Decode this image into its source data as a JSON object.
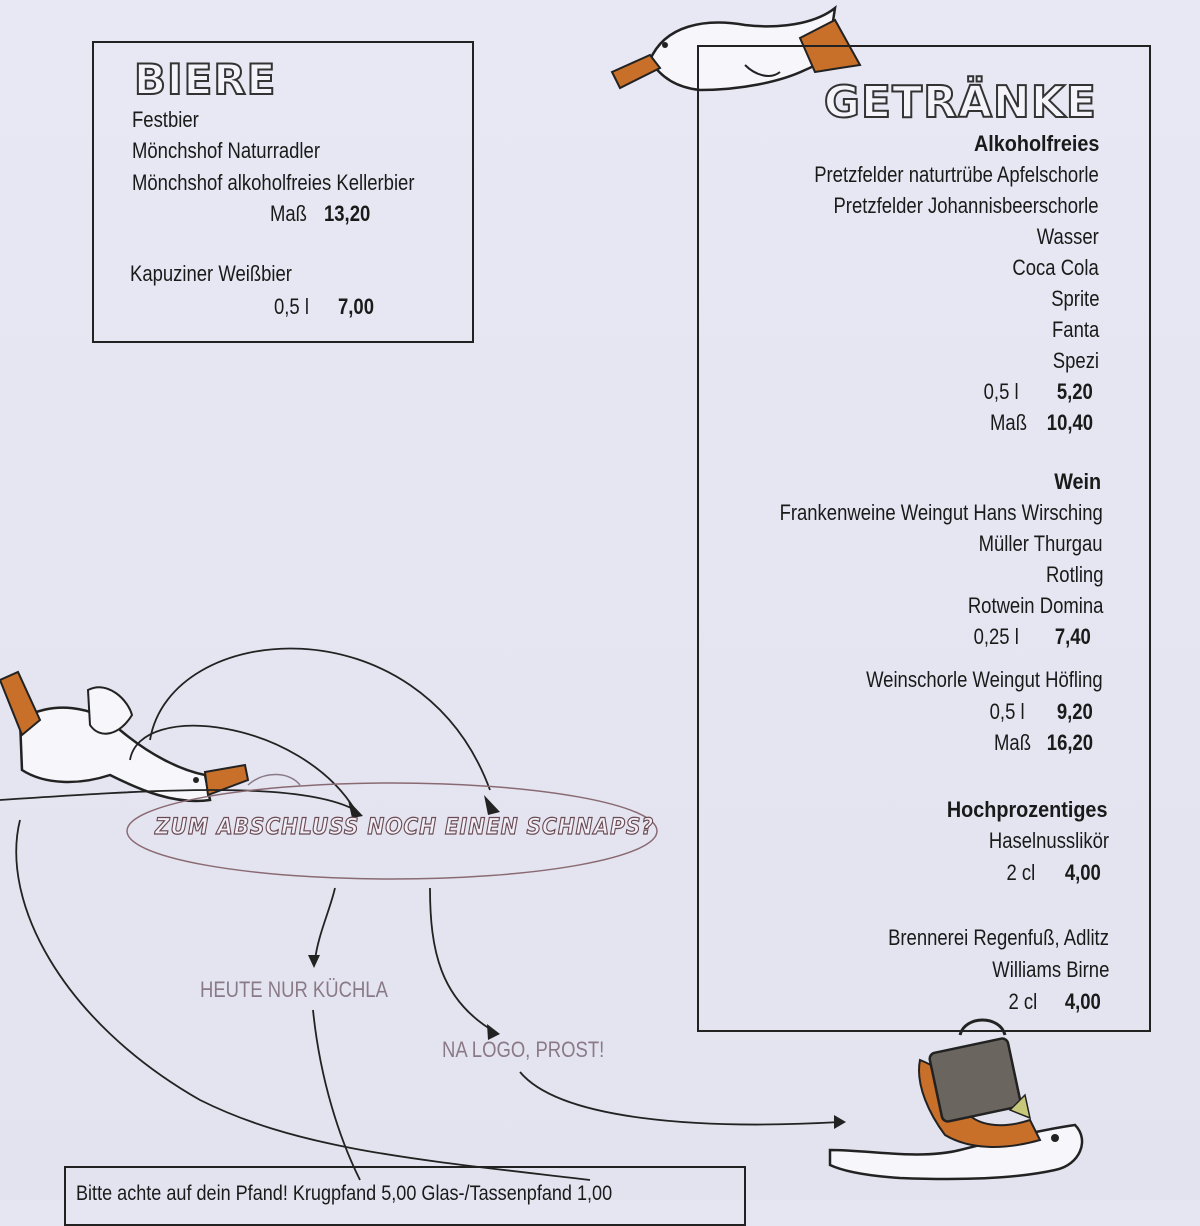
{
  "biere": {
    "title": "BIERE",
    "items": [
      "Festbier",
      "Mönchshof Naturradler",
      "Mönchshof alkoholfreies Kellerbier"
    ],
    "price1_unit": "Maß",
    "price1_value": "13,20",
    "item2": "Kapuziner Weißbier",
    "price2_unit": "0,5 l",
    "price2_value": "7,00"
  },
  "getraenke": {
    "title": "GETRÄNKE",
    "alkoholfrei": {
      "heading": "Alkoholfreies",
      "items": [
        "Pretzfelder naturtrübe Apfelschorle",
        "Pretzfelder Johannisbeerschorle",
        "Wasser",
        "Coca Cola",
        "Sprite",
        "Fanta",
        "Spezi"
      ],
      "p1_unit": "0,5 l",
      "p1_value": "5,20",
      "p2_unit": "Maß",
      "p2_value": "10,40"
    },
    "wein": {
      "heading": "Wein",
      "items": [
        "Frankenweine Weingut Hans Wirsching",
        "Müller Thurgau",
        "Rotling",
        "Rotwein Domina"
      ],
      "p1_unit": "0,25 l",
      "p1_value": "7,40",
      "schorle": "Weinschorle Weingut Höfling",
      "p2_unit": "0,5 l",
      "p2_value": "9,20",
      "p3_unit": "Maß",
      "p3_value": "16,20"
    },
    "hochprozentig": {
      "heading": "Hochprozentiges",
      "item1": "Haselnusslikör",
      "p1_unit": "2 cl",
      "p1_value": "4,00",
      "item2": "Brennerei Regenfuß, Adlitz",
      "item3": "Williams Birne",
      "p2_unit": "2 cl",
      "p2_value": "4,00"
    }
  },
  "schnaps_question": "ZUM ABSCHLUSS NOCH EINEN SCHNAPS?",
  "answer_left": "HEUTE NUR KÜCHLA",
  "answer_right": "NA LOGO, PROST!",
  "footer": "Bitte achte auf dein Pfand! Krugpfand 5,00 Glas-/Tassenpfand 1,00",
  "colors": {
    "paper": "#e6e6f2",
    "beak": "#c8702a",
    "ink": "#1a1a1a",
    "muted": "#8a7a86"
  }
}
